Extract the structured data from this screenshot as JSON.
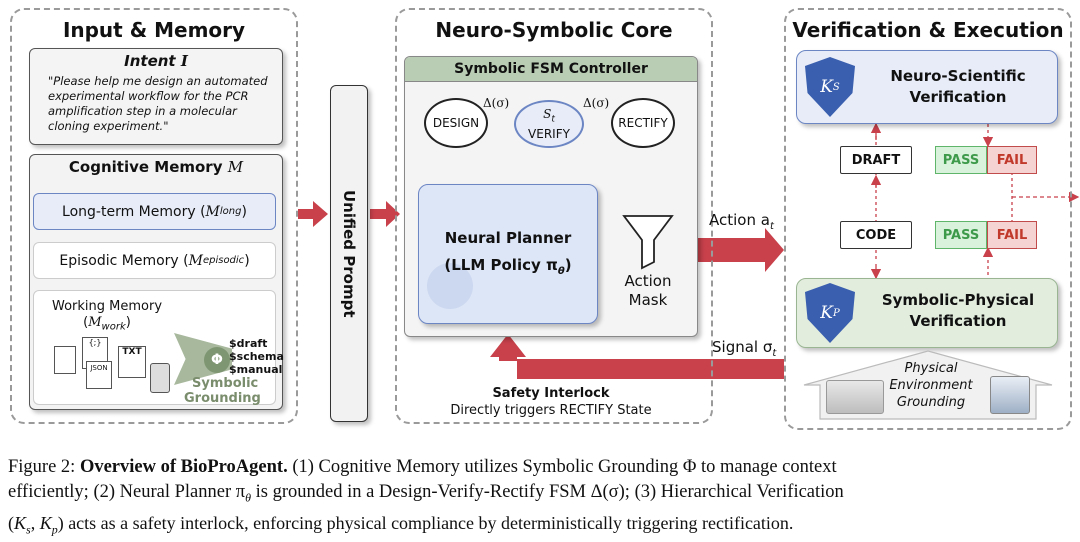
{
  "input_panel": {
    "title": "Input & Memory",
    "intent_title": "Intent",
    "intent_symbol": "I",
    "intent_text": "\"Please help me design an automated experimental workflow for the PCR amplification step in a molecular cloning experiment.\"",
    "cognitive_title": "Cognitive Memory",
    "cognitive_symbol": "M",
    "long_term_base": "Long-term Memory (",
    "long_term_sym": "M",
    "long_term_sub": "long",
    "episodic_base": "Episodic Memory (",
    "episodic_sym": "M",
    "episodic_sub": "episodic",
    "working_base": "Working Memory",
    "working_sym": "M",
    "working_sub": "work",
    "close_paren": ")",
    "open_paren": "(",
    "vars": [
      "$draft",
      "$schema",
      "$manual"
    ],
    "phi": "Φ",
    "symbolic": "Symbolic",
    "grounding": "Grounding",
    "file_labels": [
      "{;}",
      "JSON",
      "TXT"
    ]
  },
  "unified_prompt": "Unified Prompt",
  "core_panel": {
    "title": "Neuro-Symbolic Core",
    "fsm_title": "Symbolic FSM Controller",
    "states": [
      "DESIGN",
      "VERIFY",
      "RECTIFY"
    ],
    "delta": "Δ(σ)",
    "state_sym": "S",
    "state_sub": "t",
    "planner_line1": "Neural Planner",
    "planner_line2": "(LLM Policy π",
    "planner_sub": "θ",
    "action_mask_1": "Action",
    "action_mask_2": "Mask",
    "safety_title": "Safety Interlock",
    "safety_desc": "Directly triggers RECTIFY State"
  },
  "arrows": {
    "action_label": "Action a",
    "action_sub": "t",
    "signal_label": "Signal σ",
    "signal_sub": "t"
  },
  "verify_panel": {
    "title": "Verification & Execution",
    "ks_sym": "K",
    "ks_sub": "S",
    "kp_sym": "K",
    "kp_sub": "P",
    "neuro_line1": "Neuro-Scientific",
    "neuro_line2": "Verification",
    "draft": "DRAFT",
    "code": "CODE",
    "pass": "PASS",
    "fail": "FAIL",
    "sym_line1": "Symbolic-Physical",
    "sym_line2": "Verification",
    "phys_line1": "Physical",
    "phys_line2": "Environment",
    "phys_line3": "Grounding"
  },
  "caption": {
    "lead": "Figure 2: ",
    "bold": "Overview of BioProAgent.",
    "line1_rest": " (1) Cognitive Memory utilizes Symbolic Grounding Φ to manage context",
    "line2": "efficiently; (2) Neural Planner π",
    "line2_sub": "θ",
    "line2_rest": " is grounded in a Design-Verify-Rectify FSM Δ(σ); (3) Hierarchical Verification",
    "line3_a": "(",
    "line3_k1": "K",
    "line3_s1": "s",
    "line3_comma": ", ",
    "line3_k2": "K",
    "line3_s2": "p",
    "line3_rest": ") acts as a safety interlock, enforcing physical compliance by deterministically triggering rectification."
  },
  "colors": {
    "accent_red": "#c8414b",
    "planner_blue": "#dde6f7",
    "fsm_green": "#b9cdb4",
    "shield_blue": "#3a5fae",
    "pass_green": "#3e9a4b",
    "fail_red": "#c0392b"
  }
}
